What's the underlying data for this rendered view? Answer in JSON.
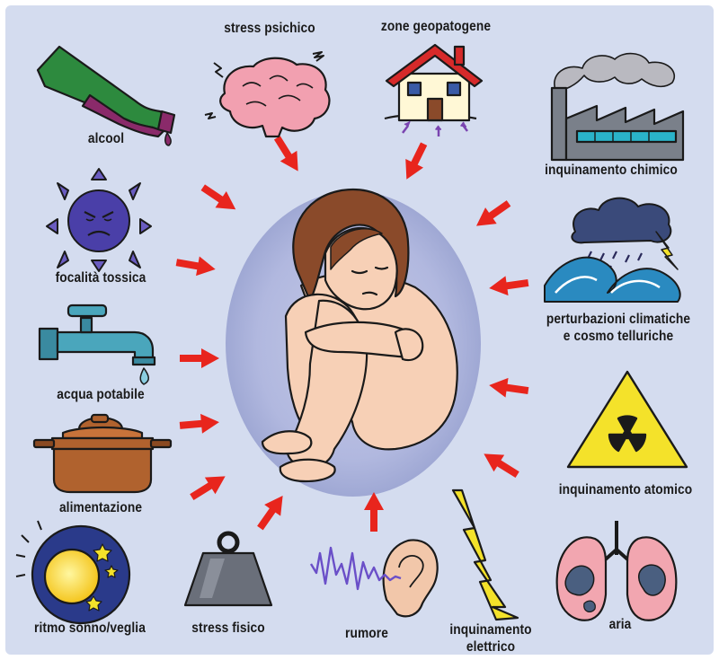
{
  "diagram": {
    "center": "figure-in-distress",
    "colors": {
      "background": "#d4dcef",
      "aura": "#a3acd6",
      "arrow": "#e8251d",
      "outline": "#1a1a1a"
    },
    "factors": [
      {
        "id": "alcool",
        "label": "alcool",
        "icon": "wine-bottle-icon"
      },
      {
        "id": "stress-psichico",
        "label": "stress psichico",
        "icon": "brain-icon"
      },
      {
        "id": "zone-geopatogene",
        "label": "zone geopatogene",
        "icon": "house-icon"
      },
      {
        "id": "inquinamento-chimico",
        "label": "inquinamento chimico",
        "icon": "factory-icon"
      },
      {
        "id": "focalita-tossica",
        "label": "focalità tossica",
        "icon": "angry-sun-icon"
      },
      {
        "id": "perturbazioni",
        "label_lines": [
          "perturbazioni climatiche",
          "e cosmo telluriche"
        ],
        "icon": "storm-wave-icon"
      },
      {
        "id": "acqua-potabile",
        "label": "acqua potabile",
        "icon": "faucet-icon"
      },
      {
        "id": "inquinamento-atomico",
        "label": "inquinamento atomico",
        "icon": "radiation-icon"
      },
      {
        "id": "alimentazione",
        "label": "alimentazione",
        "icon": "cooking-pot-icon"
      },
      {
        "id": "ritmo-sonno-veglia",
        "label": "ritmo sonno/veglia",
        "icon": "sun-moon-icon"
      },
      {
        "id": "stress-fisico",
        "label": "stress fisico",
        "icon": "weight-icon"
      },
      {
        "id": "rumore",
        "label": "rumore",
        "icon": "ear-icon"
      },
      {
        "id": "inquinamento-elettrico",
        "label_lines": [
          "inquinamento",
          "elettrico"
        ],
        "icon": "lightning-icon"
      },
      {
        "id": "aria",
        "label": "aria",
        "icon": "lungs-icon"
      }
    ]
  }
}
